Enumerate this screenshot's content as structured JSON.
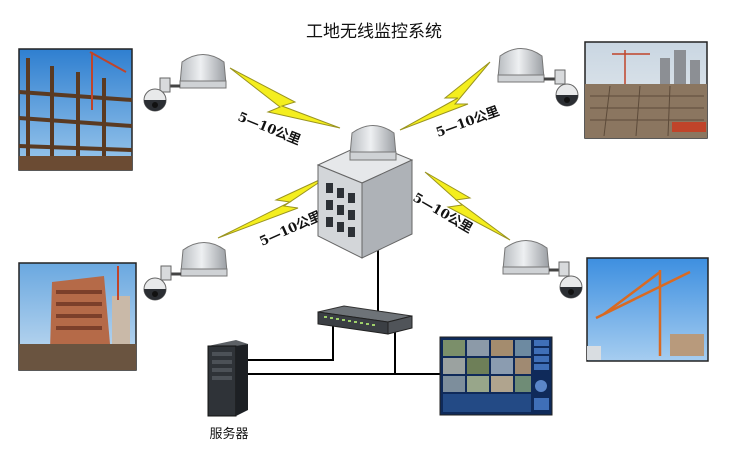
{
  "title": "工地无线监控系统",
  "links": {
    "top_left": "5—10公里",
    "top_right": "5—10公里",
    "bottom_left": "5—10公里",
    "bottom_right": "5—10公里"
  },
  "server": {
    "label": "服务器"
  },
  "colors": {
    "lightning": "#f4ee1e",
    "lightning_stroke": "#9a9420",
    "cable": "#000000",
    "building": "#c9cdd2",
    "sky": "#5ba0dc"
  }
}
